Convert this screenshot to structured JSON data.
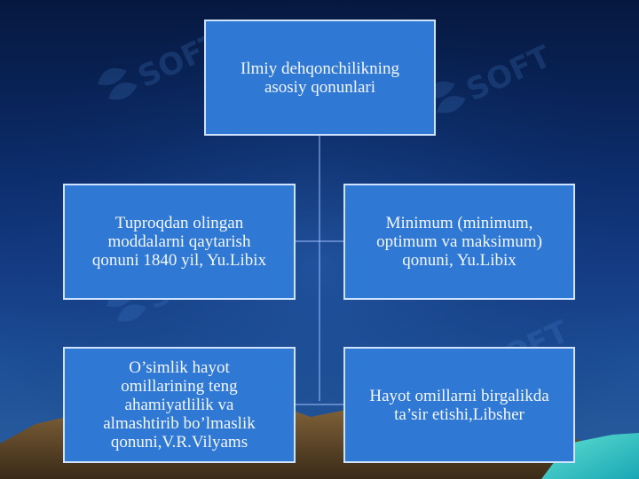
{
  "slide": {
    "background_colors": {
      "top": "#06183f",
      "middle": "#143b84",
      "bottom": "#2a5e9e",
      "box_fill": "#2f78d4",
      "box_border": "#cfe3ff",
      "connector": "#9fc0ff"
    },
    "watermark_text": "SOFT",
    "watermark_icon": "soft-logo-icon"
  },
  "diagram": {
    "root": {
      "text": "Ilmiy  dehqonchilikning\nasosiy qonunlari"
    },
    "nodes": [
      {
        "id": "left1",
        "text": "Tuproqdan olingan\nmoddalarni qaytarish\nqonuni 1840 yil, Yu.Libix"
      },
      {
        "id": "right1",
        "text": "Minimum (minimum,\noptimum va maksimum)\nqonuni, Yu.Libix"
      },
      {
        "id": "left2",
        "text": "O’simlik hayot\nomillarining teng\nahamiyatlilik va\nalmashtirib bo’lmaslik\nqonuni,V.R.Vilyams"
      },
      {
        "id": "right2",
        "text": "Hayot omillarni birgalikda\nta’sir etishi,Libsher"
      }
    ]
  }
}
